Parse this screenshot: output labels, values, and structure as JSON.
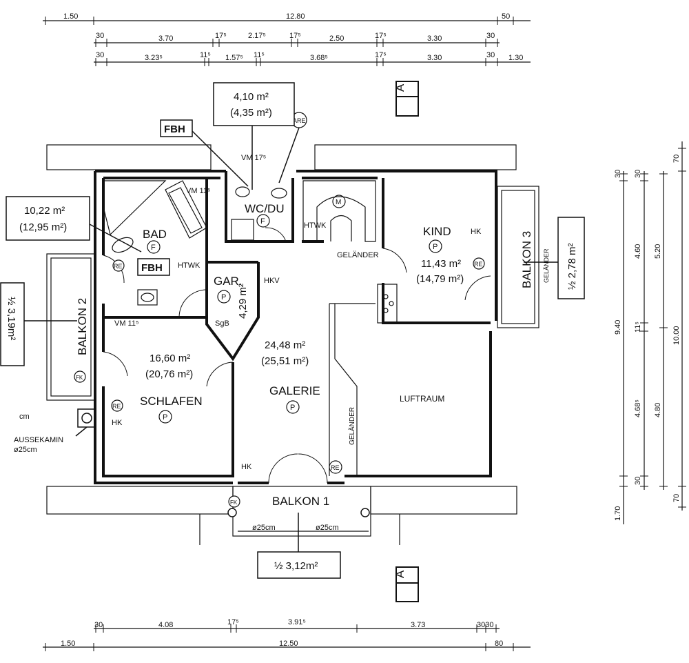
{
  "dims_top": {
    "row1": [
      "1.50",
      "12.80",
      "50"
    ],
    "row2": [
      "30",
      "3.70",
      "17⁵",
      "2.17⁵",
      "17⁵",
      "2.50",
      "17⁵",
      "3.30",
      "30"
    ],
    "row3": [
      "30",
      "3.23⁵",
      "11⁵",
      "1.57⁵",
      "11⁵",
      "3.68⁵",
      "17⁵",
      "3.30",
      "30",
      "1.30"
    ]
  },
  "dims_bottom": {
    "row1": [
      "30",
      "4.08",
      "17⁵",
      "3.91⁵",
      "3.73",
      "3030"
    ],
    "row2": [
      "1.50",
      "12.50",
      "80"
    ]
  },
  "dims_right": {
    "col1": [
      "30",
      "9.40",
      "1.70"
    ],
    "col2": [
      "30",
      "4.60",
      "11⁵",
      "4.68⁵",
      "30"
    ],
    "col3": [
      "5.20",
      "4.80"
    ],
    "col4": [
      "70",
      "10.00",
      "70"
    ]
  },
  "section_marks": [
    "A",
    "A"
  ],
  "areas": {
    "wc": [
      "4,10 m²",
      "(4,35 m²)"
    ],
    "bad": [
      "10,22 m²",
      "(12,95 m²)"
    ],
    "balkon2": "½ 3,19m²",
    "balkon3": "½ 2,78 m²",
    "balkon1": "½ 3,12m²",
    "kind": [
      "11,43 m²",
      "(14,79 m²)"
    ],
    "schlafen": [
      "16,60 m²",
      "(20,76 m²)"
    ],
    "galerie": [
      "24,48 m²",
      "(25,51 m²)"
    ],
    "gar": "4,29 m²"
  },
  "rooms": {
    "bad": "BAD",
    "wc": "WC/DU",
    "kind": "KIND",
    "gar": "GAR.",
    "schlafen": "SCHLAFEN",
    "galerie": "GALERIE",
    "luftraum": "LUFTRAUM",
    "balkon1": "BALKON 1",
    "balkon2": "BALKON 2",
    "balkon3": "BALKON 3"
  },
  "tags": {
    "fbh": "FBH",
    "are": "ARE",
    "re": "RE",
    "fk": "FK",
    "p": "P",
    "f": "F",
    "m": "M",
    "hk": "HK",
    "htwk": "HTWK",
    "hkv": "HKV",
    "sgb": "SgB",
    "vm115": "VM 11⁵",
    "vm175": "VM 17⁵",
    "gelaender": "GELÄNDER",
    "cm": "cm",
    "aussekamin": "AUSSEKAMIN",
    "d25": "ø25cm",
    "d25b": "ø25cm"
  }
}
